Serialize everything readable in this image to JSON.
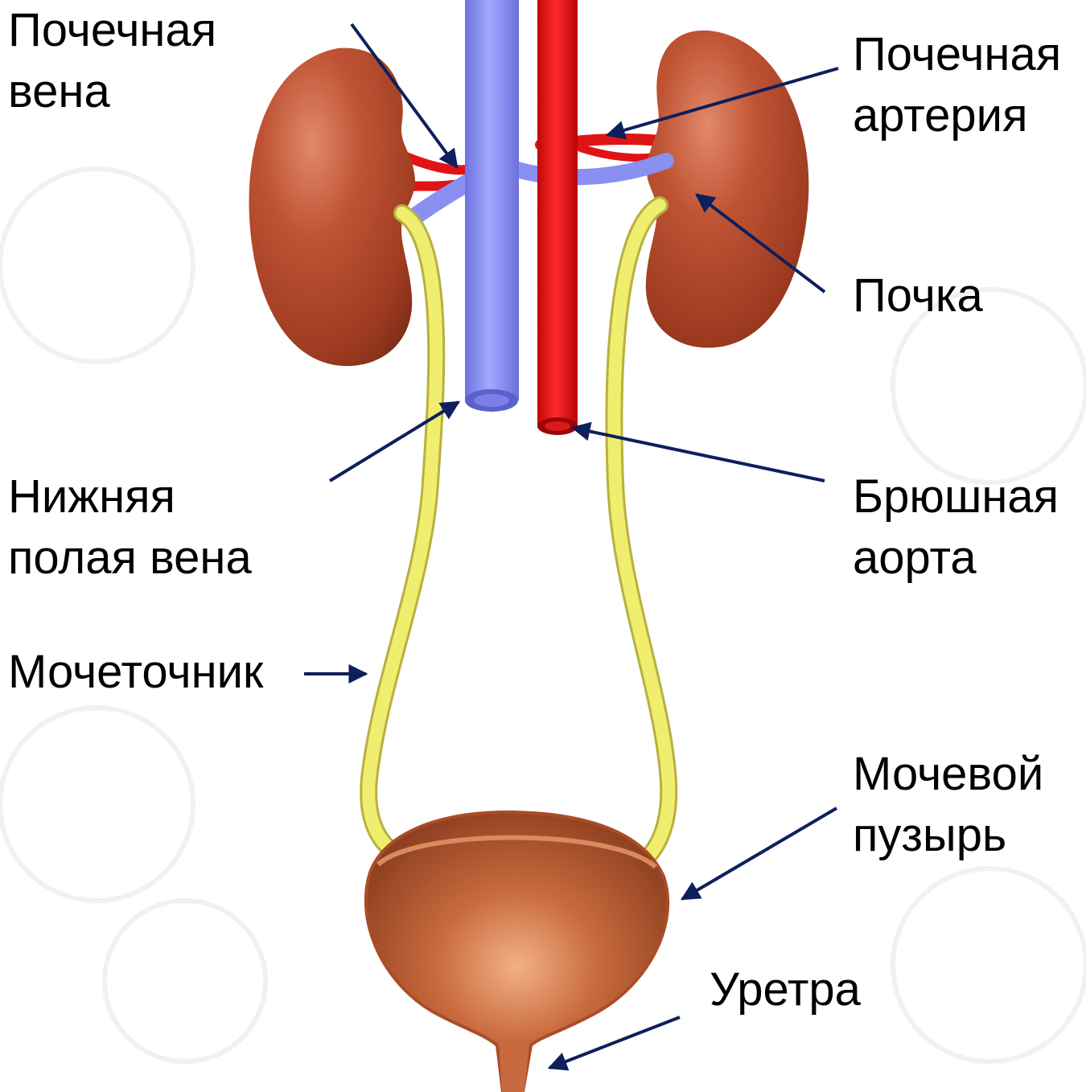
{
  "labels": {
    "renal_vein": {
      "line1": "Почечная",
      "line2": "вена"
    },
    "renal_artery": {
      "line1": "Почечная",
      "line2": "артерия"
    },
    "kidney": {
      "line1": "Почка"
    },
    "inferior_vena_cava": {
      "line1": "Нижняя",
      "line2": "полая вена"
    },
    "abdominal_aorta": {
      "line1": "Брюшная",
      "line2": "аорта"
    },
    "ureter": {
      "line1": "Мочеточник"
    },
    "bladder": {
      "line1": "Мочевой",
      "line2": "пузырь"
    },
    "urethra": {
      "line1": "Уретра"
    }
  },
  "colors": {
    "kidney": "#b64a2c",
    "vein": "#8a8ff2",
    "artery": "#e01414",
    "ureter": "#ecec60",
    "bladder": "#c3643c",
    "leader_line": "#0d1f5c"
  }
}
